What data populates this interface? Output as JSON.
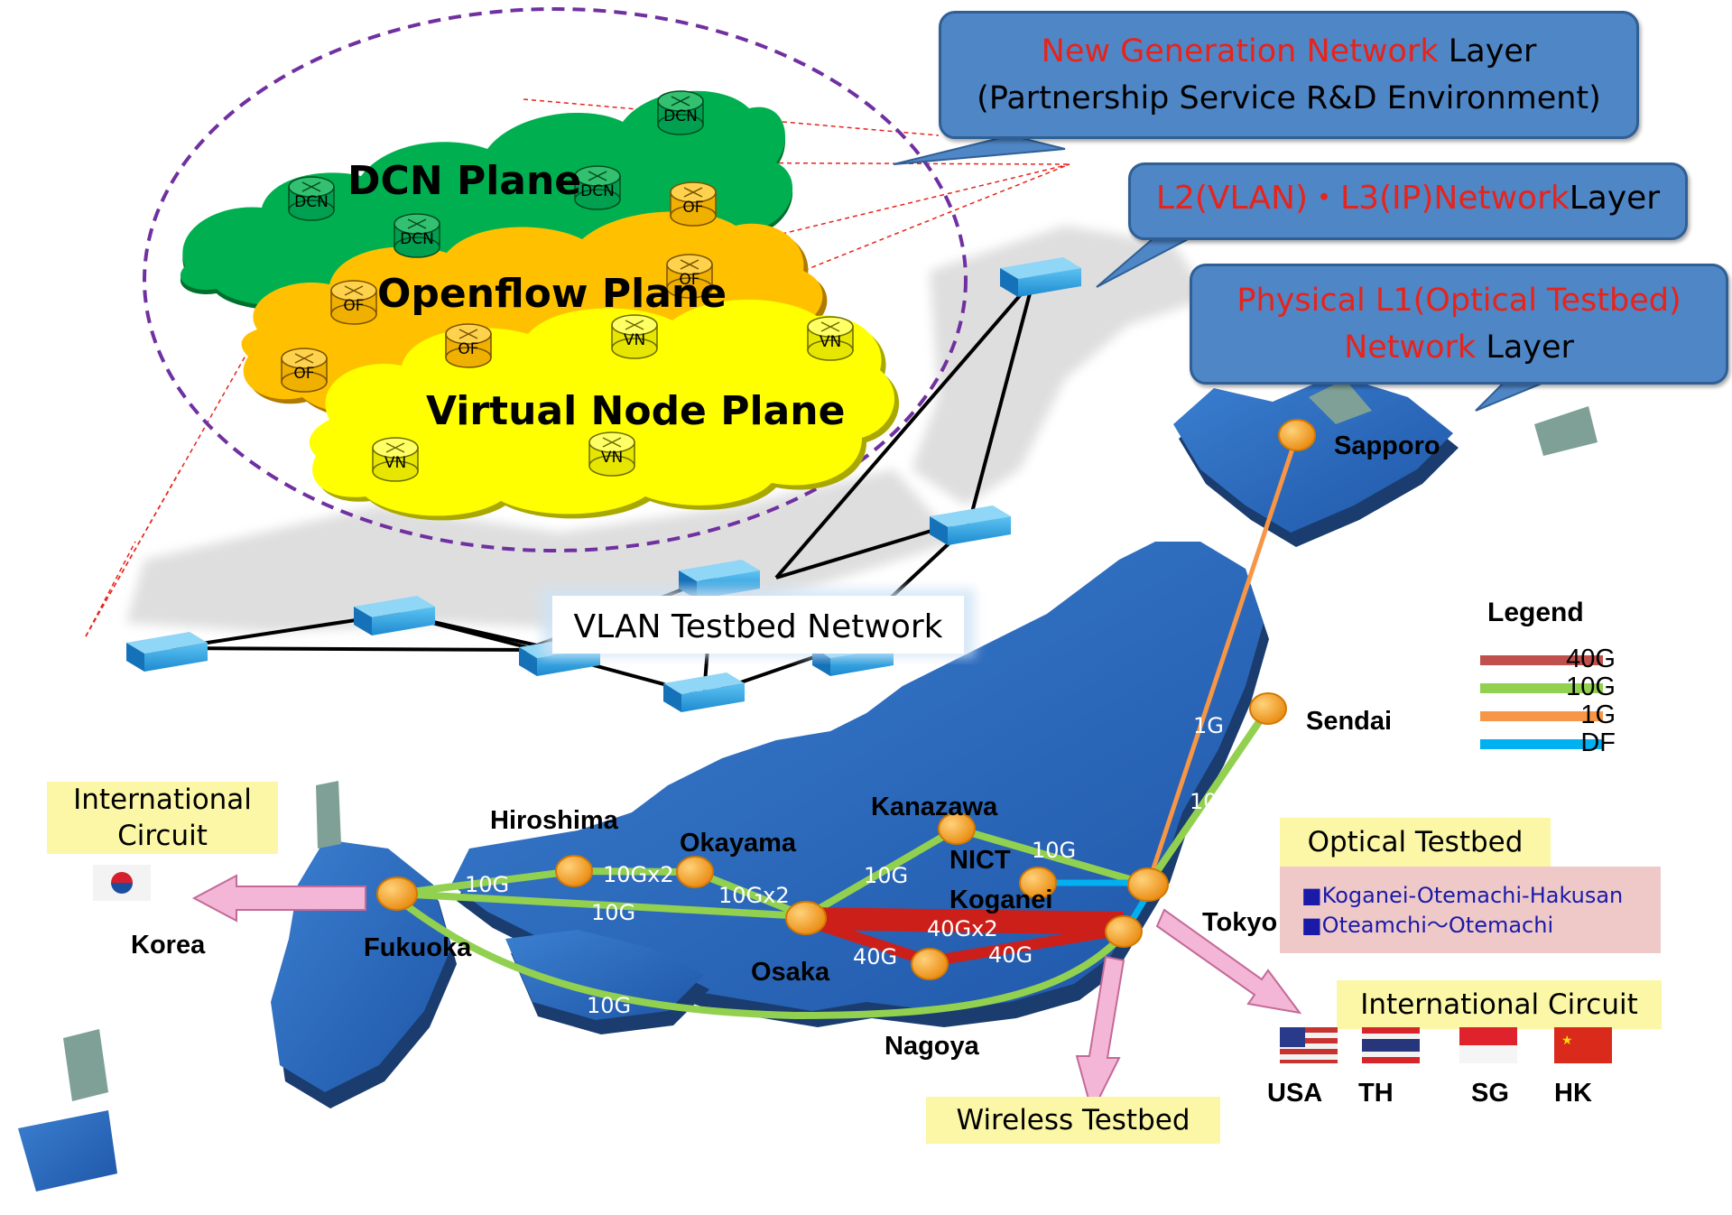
{
  "callouts": {
    "ngn": {
      "red": "New Generation Network",
      "black": " Layer",
      "line2": "(Partnership Service R&D Environment)"
    },
    "l2l3": {
      "red": "L2(VLAN)・L3(IP)Network",
      "black": "Layer"
    },
    "l1": {
      "red_line1": "Physical L1(Optical Testbed)",
      "red_line2": "Network",
      "black_line2": " Layer"
    }
  },
  "planes": {
    "dcn": "DCN Plane",
    "openflow": "Openflow Plane",
    "virtual_node": "Virtual Node Plane",
    "dcn_node": "DCN",
    "of_node": "OF",
    "vn_node": "VN"
  },
  "vlan_label": "VLAN Testbed Network",
  "cities": {
    "sapporo": "Sapporo",
    "sendai": "Sendai",
    "tokyo": "Tokyo",
    "nict": "NICT",
    "koganei": "Koganei",
    "kanazawa": "Kanazawa",
    "nagoya": "Nagoya",
    "osaka": "Osaka",
    "okayama": "Okayama",
    "hiroshima": "Hiroshima",
    "fukuoka": "Fukuoka",
    "korea": "Korea"
  },
  "links": {
    "sapporo_tokyo": "1G",
    "sendai_tokyo": "10G",
    "kanazawa_tokyo": "10G",
    "osaka_kanazawa": "10G",
    "osaka_tokyo": "40Gx2",
    "osaka_nagoya": "40G",
    "nagoya_tokyo": "40G",
    "okayama_osaka": "10Gx2",
    "hiroshima_okayama": "10Gx2",
    "fukuoka_hiroshima": "10G",
    "fukuoka_osaka": "10G",
    "fukuoka_tokyo": "10G"
  },
  "legend": {
    "title": "Legend",
    "items": [
      {
        "label": "40G",
        "color": "#c0504d"
      },
      {
        "label": "10G",
        "color": "#92d050"
      },
      {
        "label": "1G",
        "color": "#f79646"
      },
      {
        "label": "DF",
        "color": "#00b0f0"
      }
    ]
  },
  "optical_testbed": {
    "title": "Optical Testbed",
    "items": [
      "■Koganei-Otemachi-Hakusan",
      "■Oteamchi～Otemachi"
    ]
  },
  "international_left": {
    "line1": "International",
    "line2": "Circuit"
  },
  "international_right": {
    "title": "International Circuit",
    "countries": [
      "USA",
      "TH",
      "SG",
      "HK"
    ]
  },
  "wireless": "Wireless Testbed",
  "colors": {
    "callout_blue": "#4f86c6",
    "red_text": "#e8231a",
    "dcn_green": "#00b050",
    "of_orange": "#ffc000",
    "vn_yellow": "#ffff00",
    "map_blue": "#2f6fc0"
  }
}
